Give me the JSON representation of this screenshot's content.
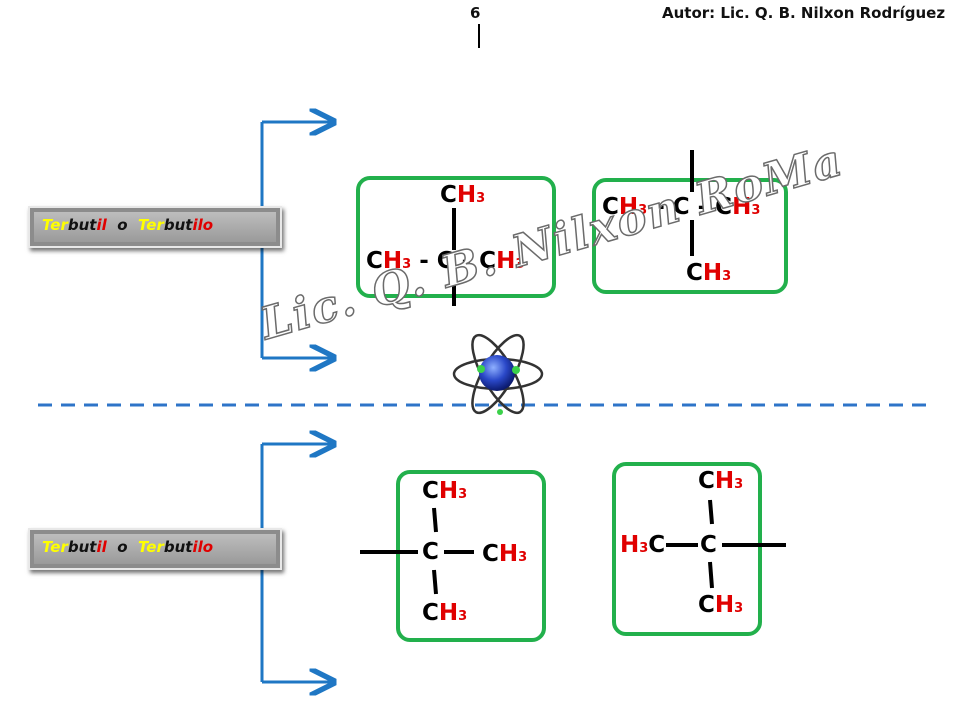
{
  "header": {
    "page_number": "6",
    "author": "Autor: Lic. Q. B.  Nilxon Rodríguez"
  },
  "labels": [
    {
      "part1": "Ter",
      "part2": "but",
      "part3": "il",
      "sep": "o",
      "part4": "Ter",
      "part5": "but",
      "part6": "ilo"
    },
    {
      "part1": "Ter",
      "part2": "but",
      "part3": "il",
      "sep": "o",
      "part4": "Ter",
      "part5": "but",
      "part6": "ilo"
    }
  ],
  "formulas": {
    "c": "C",
    "h": "H",
    "sub3": "3",
    "dash": "-"
  },
  "watermark": "Lic. Q. B. Nilxon RoMa",
  "colors": {
    "accent_green": "#22b04c",
    "arrow_blue": "#1f77c4",
    "dash_blue": "#2e74c8",
    "hydrogen_red": "#e00000",
    "label_yellow": "#ffff00"
  },
  "icons": {
    "center": "atom-icon"
  }
}
